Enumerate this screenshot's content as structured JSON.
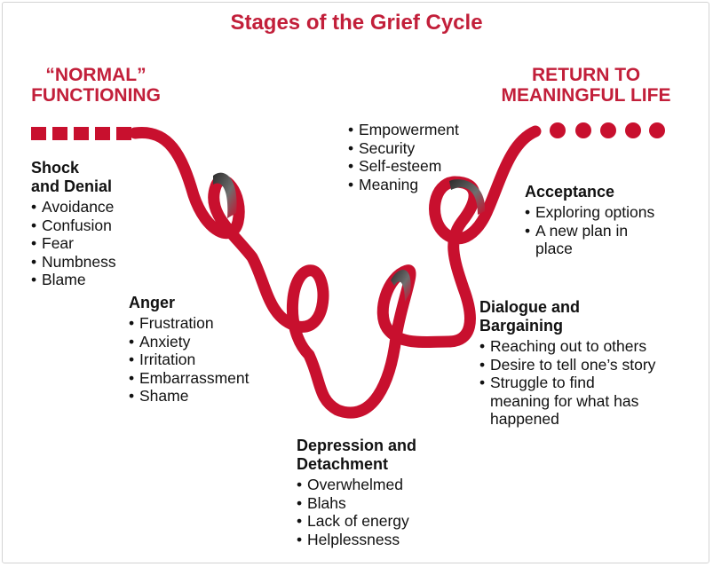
{
  "title": "Stages of the Grief Cycle",
  "start": {
    "line1": "“NORMAL”",
    "line2": "FUNCTIONING"
  },
  "end": {
    "line1": "RETURN TO",
    "line2": "MEANINGFUL LIFE"
  },
  "colors": {
    "accent": "#c21f3a",
    "ribbon": "#c8102e",
    "text": "#111111"
  },
  "stages": {
    "shock": {
      "head1": "Shock",
      "head2": "and Denial",
      "items": [
        "Avoidance",
        "Confusion",
        "Fear",
        "Numbness",
        "Blame"
      ]
    },
    "anger": {
      "head1": "Anger",
      "items": [
        "Frustration",
        "Anxiety",
        "Irritation",
        "Embarrassment",
        "Shame"
      ]
    },
    "depression": {
      "head1": "Depression and",
      "head2": "Detachment",
      "items": [
        "Overwhelmed",
        "Blahs",
        "Lack of energy",
        "Helplessness"
      ]
    },
    "dialogue": {
      "head1": "Dialogue and",
      "head2": "Bargaining",
      "items": [
        "Reaching out to others",
        "Desire to tell one’s story",
        "Struggle to find",
        "meaning for what has",
        "happened"
      ]
    },
    "empowerment": {
      "items": [
        "Empowerment",
        "Security",
        "Self-esteem",
        "Meaning"
      ]
    },
    "acceptance": {
      "head1": "Acceptance",
      "items": [
        "Exploring options",
        "A new plan in",
        "place"
      ]
    }
  }
}
